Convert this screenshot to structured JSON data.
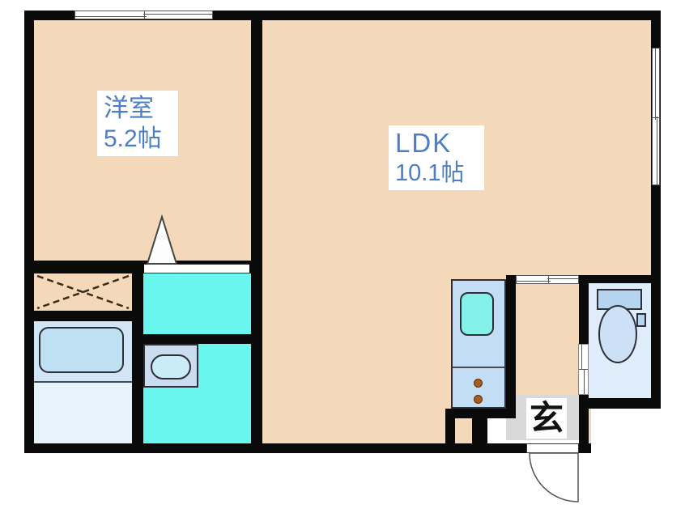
{
  "plan": {
    "rooms": {
      "western": {
        "name": "洋室",
        "size": "5.2帖"
      },
      "ldk": {
        "name": "LDK",
        "size": "10.1帖"
      },
      "entrance": {
        "name": "玄"
      }
    },
    "fixtures": {
      "closet": "closet-cross",
      "bath": "bathtub",
      "washbasin": "washbasin-counter",
      "kitchen": "kitchen-sink-with-2-burner-stove",
      "toilet": "toilet-with-tank",
      "windows": "sliding-windows",
      "interior_door": "hinged-door-wedge",
      "entry_door": "outswing-entry-door"
    },
    "colors": {
      "floor": "#f4d8ba",
      "wall": "#0a0a0a",
      "wet_room": "#68f6ee",
      "bath_panel": "#d2e5f7",
      "bath_floor": "#e7f3fb",
      "bathtub": "#bfe0f3",
      "fixture_blue": "#c3ddf4",
      "sink": "#84f0e8",
      "burner": "#a85c1e",
      "toilet_room": "#dfedfa",
      "genkan_floor": "#d9d9d9",
      "label_text": "#4d7ec3"
    }
  }
}
